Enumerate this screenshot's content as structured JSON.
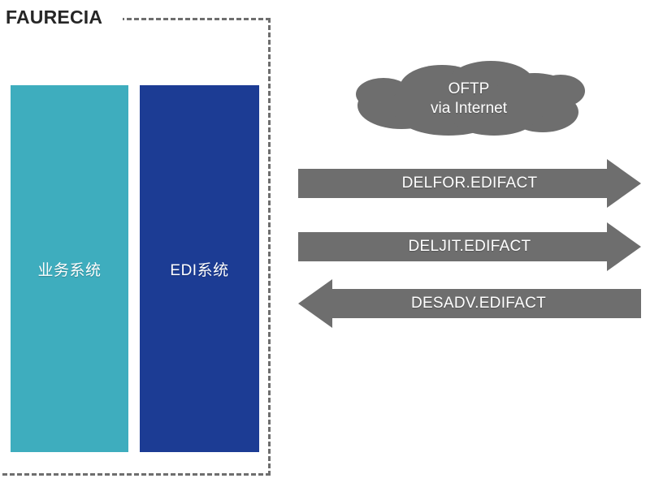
{
  "diagram": {
    "type": "flow-diagram",
    "title": "FAURECIA",
    "colors": {
      "business_system": "#3eadbe",
      "edi_system": "#1c3c94",
      "arrow_gray": "#6e6e6e",
      "cloud_gray": "#6e6e6e",
      "boundary_dashed": "#6e6e6e",
      "title_text": "#262626",
      "background": "#ffffff"
    },
    "boundary": {
      "label": "FAURECIA",
      "style": "dashed"
    },
    "systems": [
      {
        "id": "business-system",
        "label": "业务系统",
        "color": "#3eadbe"
      },
      {
        "id": "edi-system",
        "label": "EDI系统",
        "color": "#1c3c94"
      }
    ],
    "network": {
      "id": "oftp-cloud",
      "line1": "OFTP",
      "line2": "via Internet",
      "shape": "cloud",
      "color": "#6e6e6e"
    },
    "messages": [
      {
        "id": "delfor",
        "label": "DELFOR.EDIFACT",
        "direction": "right",
        "color": "#6e6e6e"
      },
      {
        "id": "deljit",
        "label": "DELJIT.EDIFACT",
        "direction": "right",
        "color": "#6e6e6e"
      },
      {
        "id": "desadv",
        "label": "DESADV.EDIFACT",
        "direction": "left",
        "color": "#6e6e6e"
      }
    ]
  }
}
